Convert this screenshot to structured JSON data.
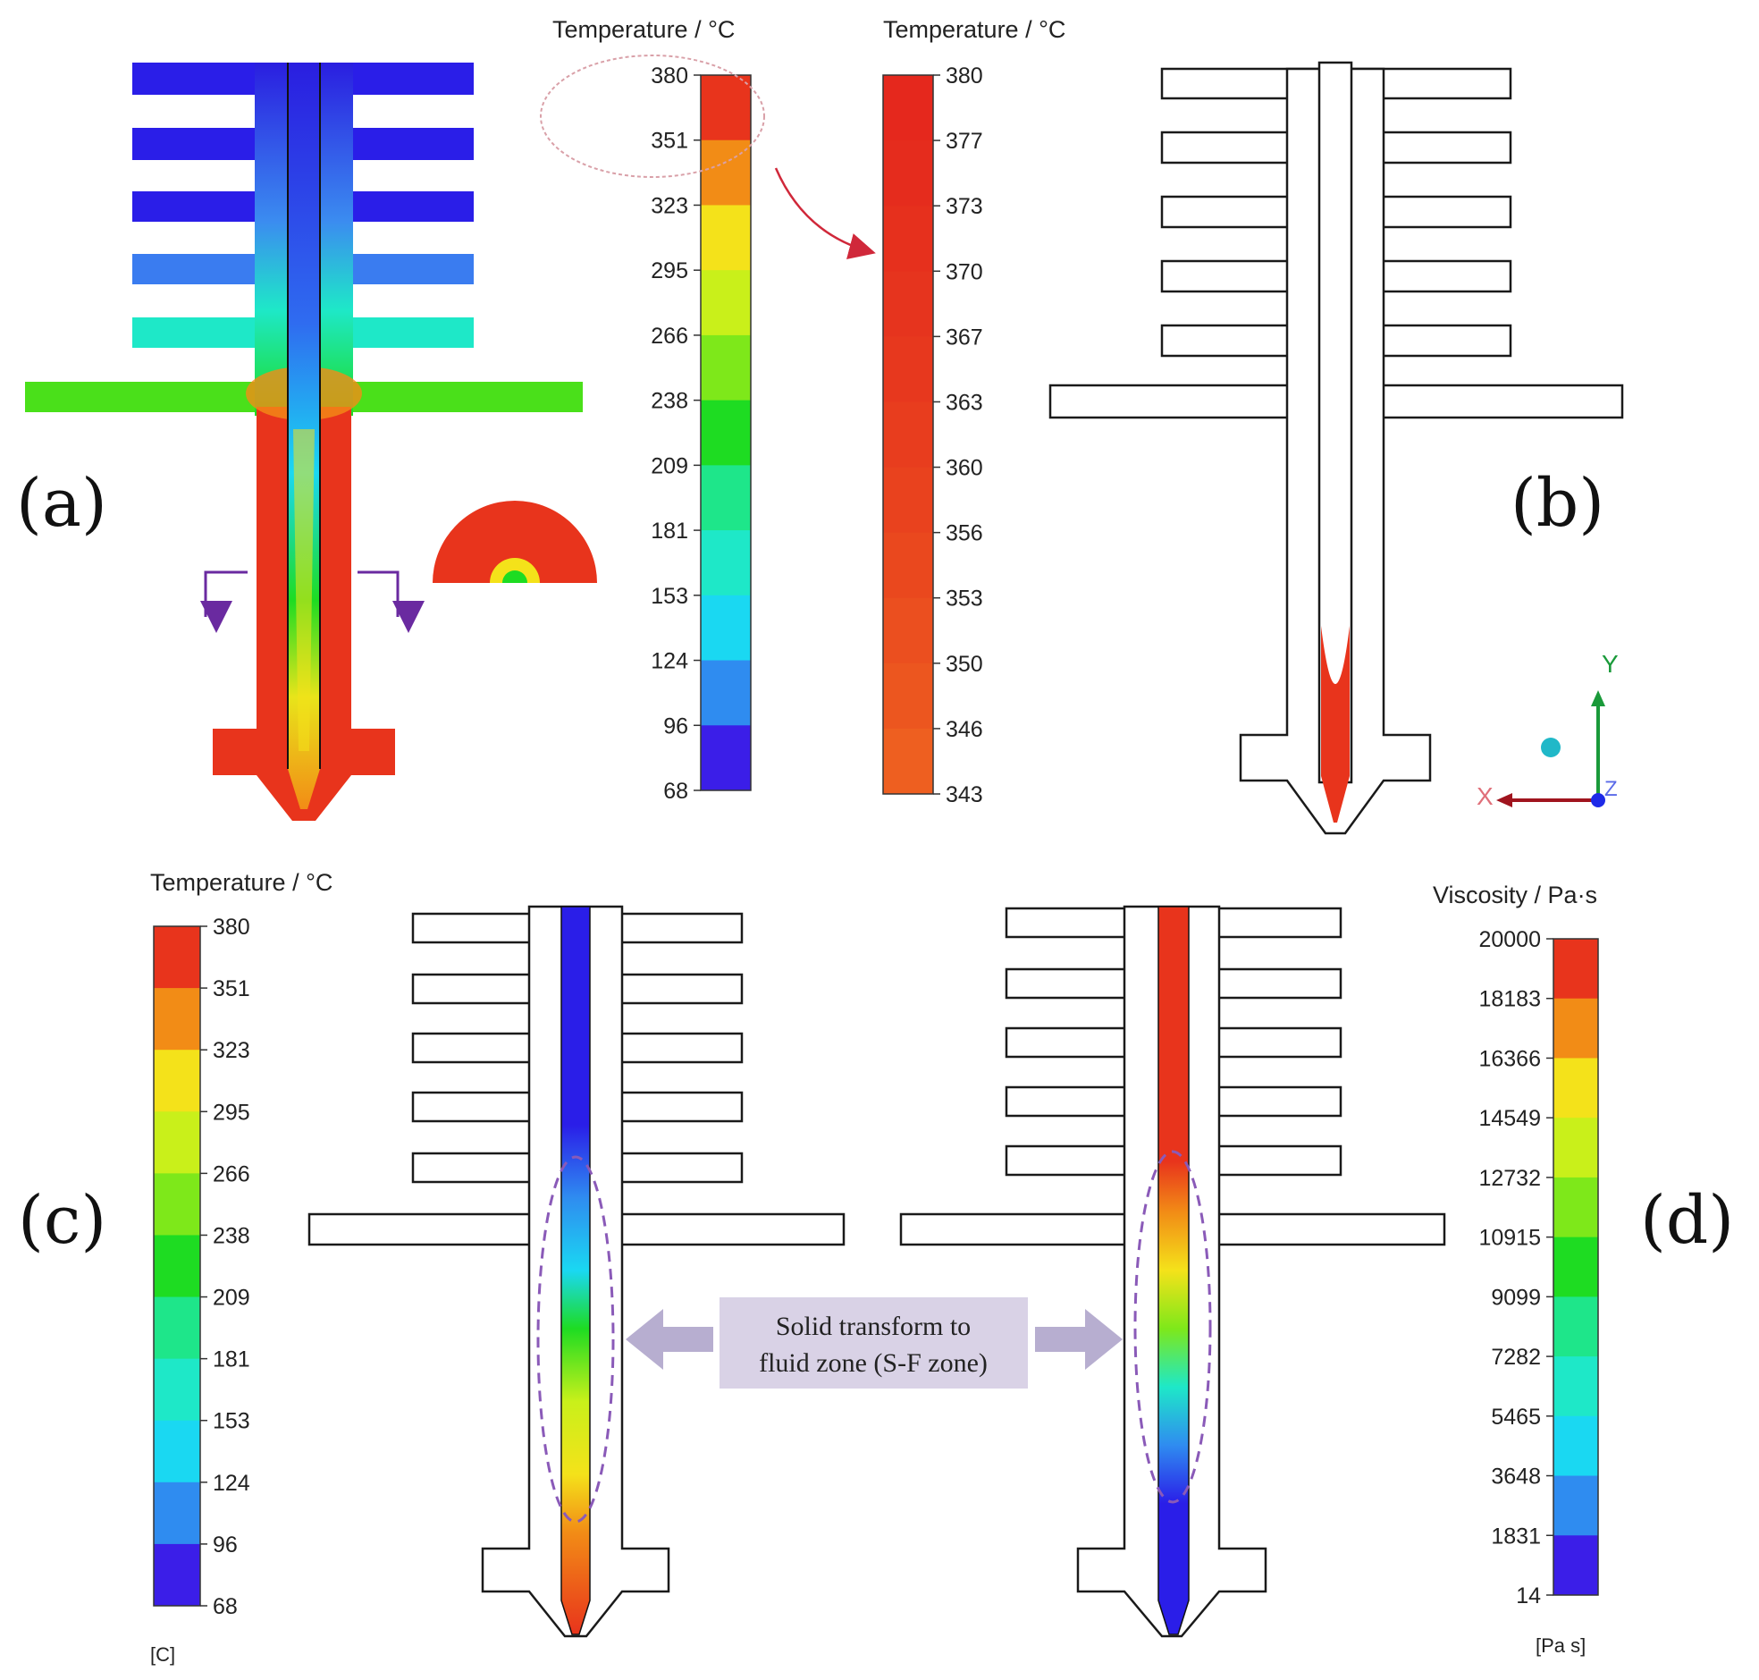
{
  "panels": {
    "a": {
      "label": "(a)"
    },
    "b": {
      "label": "(b)"
    },
    "c": {
      "label": "(c)"
    },
    "d": {
      "label": "(d)"
    }
  },
  "colorbars": {
    "temp_full": {
      "title": "Temperature / °C",
      "ticks": [
        "380",
        "351",
        "323",
        "295",
        "266",
        "238",
        "209",
        "181",
        "153",
        "124",
        "96",
        "68"
      ],
      "colors": [
        "#e8341c",
        "#f28c16",
        "#f4e21a",
        "#c9f01a",
        "#7ee81a",
        "#1edc22",
        "#1ee68a",
        "#1ee8c8",
        "#1ad8f2",
        "#2f8cf0",
        "#3b1ee8"
      ]
    },
    "temp_zoom": {
      "title": "Temperature / °C",
      "ticks": [
        "380",
        "377",
        "373",
        "370",
        "367",
        "363",
        "360",
        "356",
        "353",
        "350",
        "346",
        "343"
      ],
      "colors": [
        "#e5281d",
        "#e52c1d",
        "#e6301d",
        "#e6341e",
        "#e7381e",
        "#e83d1e",
        "#e9421e",
        "#ea481e",
        "#eb4f1f",
        "#ec561f",
        "#ee5f20"
      ]
    },
    "temp_c": {
      "title": "Temperature / °C",
      "unit": "[C]",
      "ticks": [
        "380",
        "351",
        "323",
        "295",
        "266",
        "238",
        "209",
        "181",
        "153",
        "124",
        "96",
        "68"
      ],
      "colors": [
        "#e8341c",
        "#f28c16",
        "#f4e21a",
        "#c9f01a",
        "#7ee81a",
        "#1edc22",
        "#1ee68a",
        "#1ee8c8",
        "#1ad8f2",
        "#2f8cf0",
        "#3b1ee8"
      ]
    },
    "viscosity": {
      "title": "Viscosity / Pa·s",
      "unit": "[Pa s]",
      "ticks": [
        "20000",
        "18183",
        "16366",
        "14549",
        "12732",
        "10915",
        "9099",
        "7282",
        "5465",
        "3648",
        "1831",
        "14"
      ],
      "colors": [
        "#e8341c",
        "#f28c16",
        "#f4e21a",
        "#c9f01a",
        "#7ee81a",
        "#1edc22",
        "#1ee68a",
        "#1ee8c8",
        "#1ad8f2",
        "#2f8cf0",
        "#3b1ee8"
      ]
    }
  },
  "axes": {
    "x": "X",
    "y": "Y",
    "z": "Z"
  },
  "annotation": {
    "line1": "Solid transform to",
    "line2": "fluid zone (S-F zone)"
  }
}
